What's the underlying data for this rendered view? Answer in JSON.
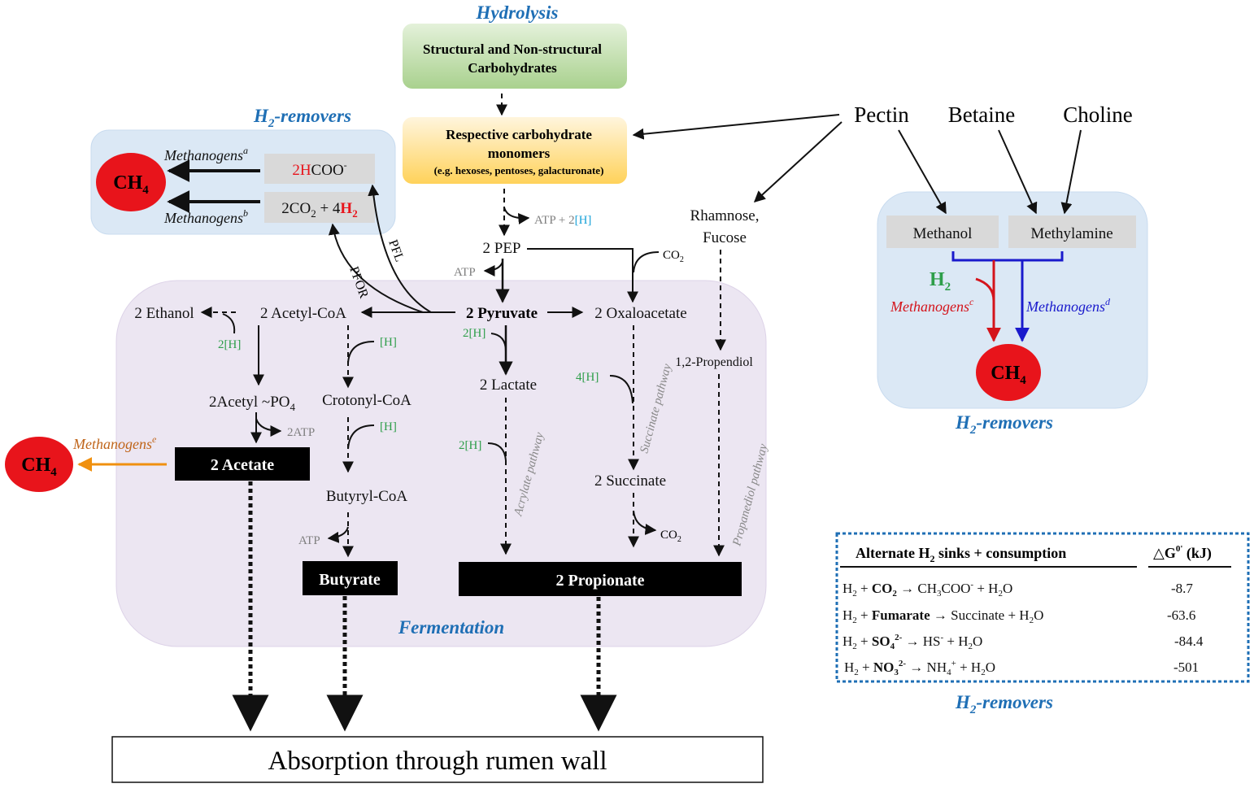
{
  "titles": {
    "hydrolysis": "Hydrolysis",
    "h2_removers": "H",
    "h2_removers_sub": "2",
    "h2_removers_rest": "-removers",
    "fermentation": "Fermentation"
  },
  "boxes": {
    "carbohydrates_line1": "Structural and Non-structural",
    "carbohydrates_line2": "Carbohydrates",
    "monomers_line1": "Respective carbohydrate",
    "monomers_line2": "monomers",
    "monomers_line3": "(e.g. hexoses, pentoses, galacturonate)",
    "formate_coef": "2H",
    "formate_rest": "COO",
    "formate_sup": "-",
    "co2_h2": "2CO",
    "co2_h2_sub": "2",
    "co2_h2_mid": " + 4",
    "h2_red": "H",
    "h2_red_sub": "2",
    "methanol": "Methanol",
    "methylamine": "Methylamine",
    "acetate": "2 Acetate",
    "butyrate": "Butyrate",
    "propionate": "2 Propionate",
    "absorption": "Absorption through rumen wall"
  },
  "ch4": {
    "c": "CH",
    "sub": "4"
  },
  "substrates": {
    "pectin": "Pectin",
    "betaine": "Betaine",
    "choline": "Choline",
    "rhamnose": "Rhamnose,",
    "fucose": "Fucose"
  },
  "methanogens": {
    "base": "Methanogens",
    "a": "a",
    "b": "b",
    "c": "c",
    "d": "d",
    "e": "e"
  },
  "metabolites": {
    "pep": "2 PEP",
    "atp_2h": "ATP + 2",
    "h_cyan": "[H]",
    "atp": "ATP",
    "co2": "CO",
    "co2_sub": "2",
    "pyruvate": "2 Pyruvate",
    "oxaloacetate": "2 Oxaloacetate",
    "acetyl_coa": "2 Acetyl-CoA",
    "ethanol": "2 Ethanol",
    "h2x": "2[H]",
    "h1": "[H]",
    "h4": "4[H]",
    "acetyl_po4": "2Acetyl ~PO",
    "po4_sub": "4",
    "crotonyl": "Crotonyl-CoA",
    "lactate": "2 Lactate",
    "propendiol": "1,2-Propendiol",
    "two_atp": "2ATP",
    "butyryl": "Butyryl-CoA",
    "succinate": "2 Succinate",
    "pfor": "PFOR",
    "pfl": "PFL",
    "h2_green": "H",
    "h2_green_sub": "2"
  },
  "pathways": {
    "acrylate": "Acrylate pathway",
    "succinate": "Succinate pathway",
    "propanediol": "Propanediol pathway"
  },
  "table": {
    "header_left": "Alternate H",
    "header_left_sub": "2",
    "header_left_rest": " sinks + consumption",
    "header_right": "△G",
    "header_right_sup": "0'",
    "header_right_rest": " (kJ)",
    "rows": [
      {
        "a": "H",
        "b": "CO",
        "c": "CH",
        "d": "COO",
        "e": "+ H",
        "f": "O",
        "value": "-8.7"
      },
      {
        "a": "H",
        "b": "Fumarate",
        "c": "Succinate + H",
        "f": "O",
        "value": "-63.6"
      },
      {
        "a": "H",
        "b": "SO",
        "c": "HS",
        "f": "+ H",
        "g": "O",
        "value": "-84.4"
      },
      {
        "a": "H",
        "b": "NO",
        "c": "NH",
        "f": "+ H",
        "g": "O",
        "value": "-501"
      }
    ],
    "sub2": "2",
    "sub3": "3",
    "sub4": "4",
    "supm": "-",
    "sup2m": "2-",
    "supp": "+",
    "plus": " + ",
    "arrow": " → "
  },
  "colors": {
    "title_blue": "#1f6fb5",
    "ch4_red": "#e8141b",
    "green": "#2e9e4a",
    "methanogen_red": "#d4141b",
    "methanogen_blue": "#1a1acc",
    "orange": "#f0900f",
    "orange_text": "#c0651a"
  }
}
